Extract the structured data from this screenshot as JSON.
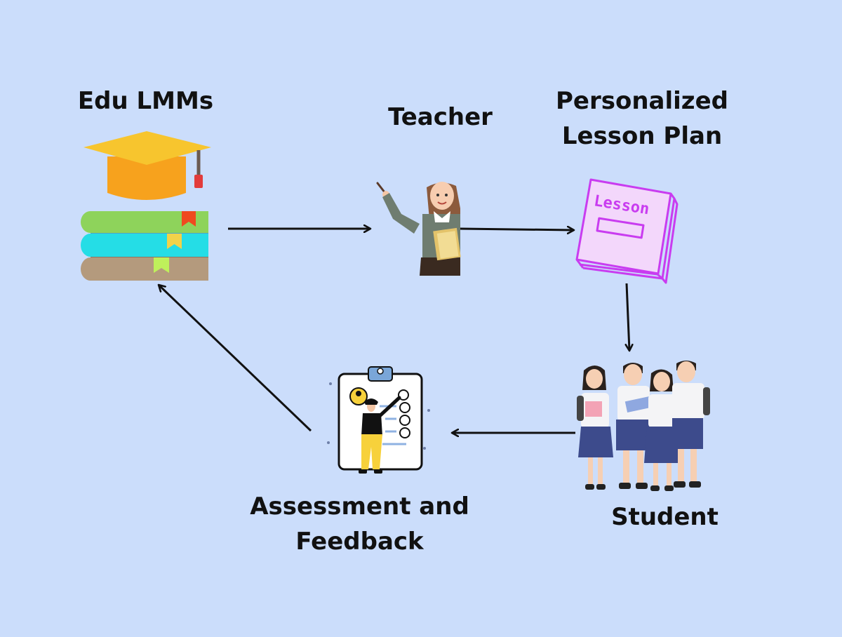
{
  "nodes": {
    "edu_lmms": {
      "title": "Edu LMMs",
      "icon": "graduation-books-icon"
    },
    "teacher": {
      "title": "Teacher",
      "icon": "teacher-icon"
    },
    "lesson_plan": {
      "title_line1": "Personalized",
      "title_line2": "Lesson Plan",
      "icon": "lesson-book-icon",
      "book_text": "Lesson"
    },
    "student": {
      "title": "Student",
      "icon": "students-group-icon"
    },
    "assessment": {
      "title_line1": "Assessment and",
      "title_line2": "Feedback",
      "icon": "clipboard-checklist-icon"
    }
  },
  "edges": [
    {
      "from": "Edu LMMs",
      "to": "Teacher"
    },
    {
      "from": "Teacher",
      "to": "Personalized Lesson Plan"
    },
    {
      "from": "Personalized Lesson Plan",
      "to": "Student"
    },
    {
      "from": "Student",
      "to": "Assessment and Feedback"
    },
    {
      "from": "Assessment and Feedback",
      "to": "Edu LMMs"
    }
  ],
  "colors": {
    "background": "#cbddfb",
    "arrow": "#111111",
    "cap": "#f7c52e",
    "book_green": "#8ed35b",
    "book_cyan": "#25dde6",
    "book_tan": "#b49a7d",
    "lesson_purple": "#c93cf0"
  }
}
